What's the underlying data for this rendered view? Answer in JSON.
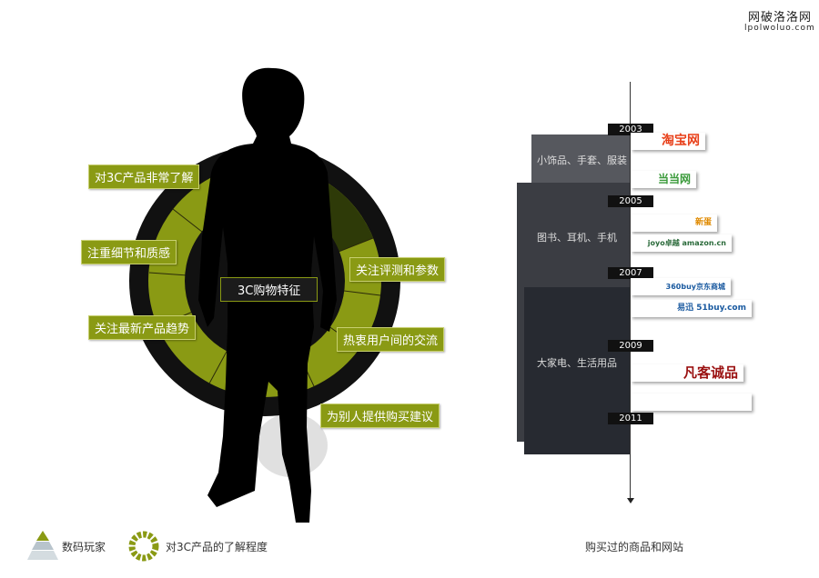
{
  "watermark": {
    "title": "网破洛洛网",
    "url": "lpolwoluo.com"
  },
  "center_label": "3C购物特征",
  "features": [
    "对3C产品非常了解",
    "注重细节和质感",
    "关注最新产品趋势",
    "关注评测和参数",
    "热衷用户间的交流",
    "为别人提供购买建议"
  ],
  "timeline": {
    "years": [
      "2003",
      "2005",
      "2007",
      "2009",
      "2011"
    ],
    "categories": [
      "小饰品、手套、服装",
      "图书、耳机、手机",
      "大家电、生活用品"
    ],
    "sites": [
      "淘宝网",
      "当当网",
      "新蛋",
      "joyo卓越 amazon.cn",
      "360buy京东商城",
      "易迅 51buy.com",
      "凡客诚品"
    ]
  },
  "legend": {
    "player": "数码玩家",
    "knowledge": "对3C产品的了解程度",
    "timeline_caption": "购买过的商品和网站"
  },
  "colors": {
    "green": "#8a9a14",
    "dark": "#111111"
  }
}
